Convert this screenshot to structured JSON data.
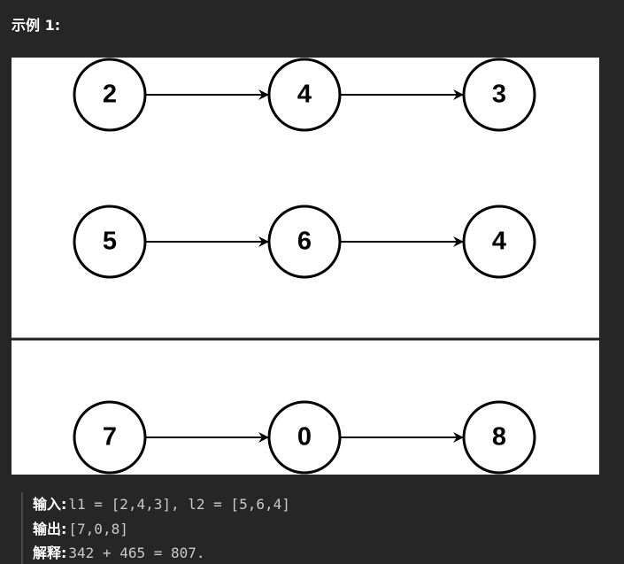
{
  "title": "示例 1:",
  "diagram": {
    "rows": [
      {
        "nodes": [
          "2",
          "4",
          "3"
        ]
      },
      {
        "nodes": [
          "5",
          "6",
          "4"
        ]
      },
      {
        "nodes": [
          "7",
          "0",
          "8"
        ]
      }
    ]
  },
  "example": {
    "input_label": "输入:",
    "input_value": "l1 = [2,4,3], l2 = [5,6,4]",
    "output_label": "输出:",
    "output_value": "[7,0,8]",
    "explain_label": "解释:",
    "explain_value": "342 + 465 = 807."
  }
}
